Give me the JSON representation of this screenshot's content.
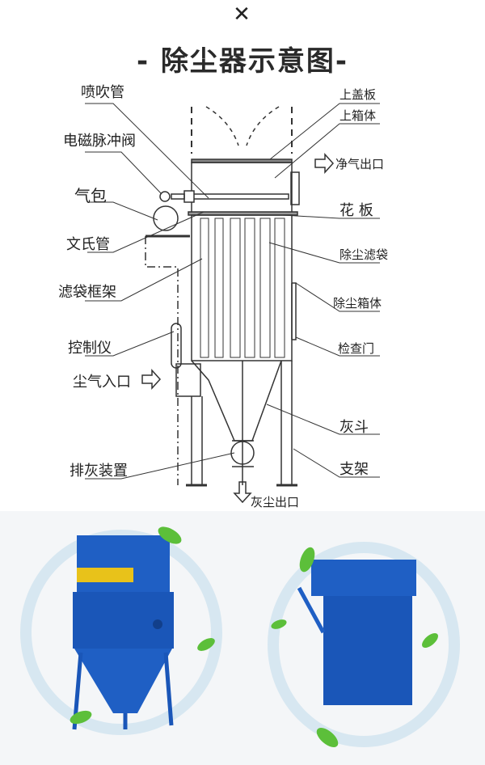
{
  "header": {
    "close_icon": "close-icon",
    "title": "- 除尘器示意图-"
  },
  "diagram": {
    "left_labels": [
      "喷吹管",
      "电磁脉冲阀",
      "气包",
      "文氏管",
      "滤袋框架",
      "控制仪",
      "尘气入口",
      "排灰装置"
    ],
    "right_labels": [
      "上盖板",
      "上箱体",
      "净气出口",
      "花 板",
      "除尘滤袋",
      "除尘箱体",
      "检查门",
      "灰斗",
      "支架"
    ],
    "bottom_label": "灰尘出口"
  },
  "colors": {
    "machine_blue": "#1f5fc4",
    "leaf_green": "#5cbf3a",
    "line": "#333333"
  }
}
